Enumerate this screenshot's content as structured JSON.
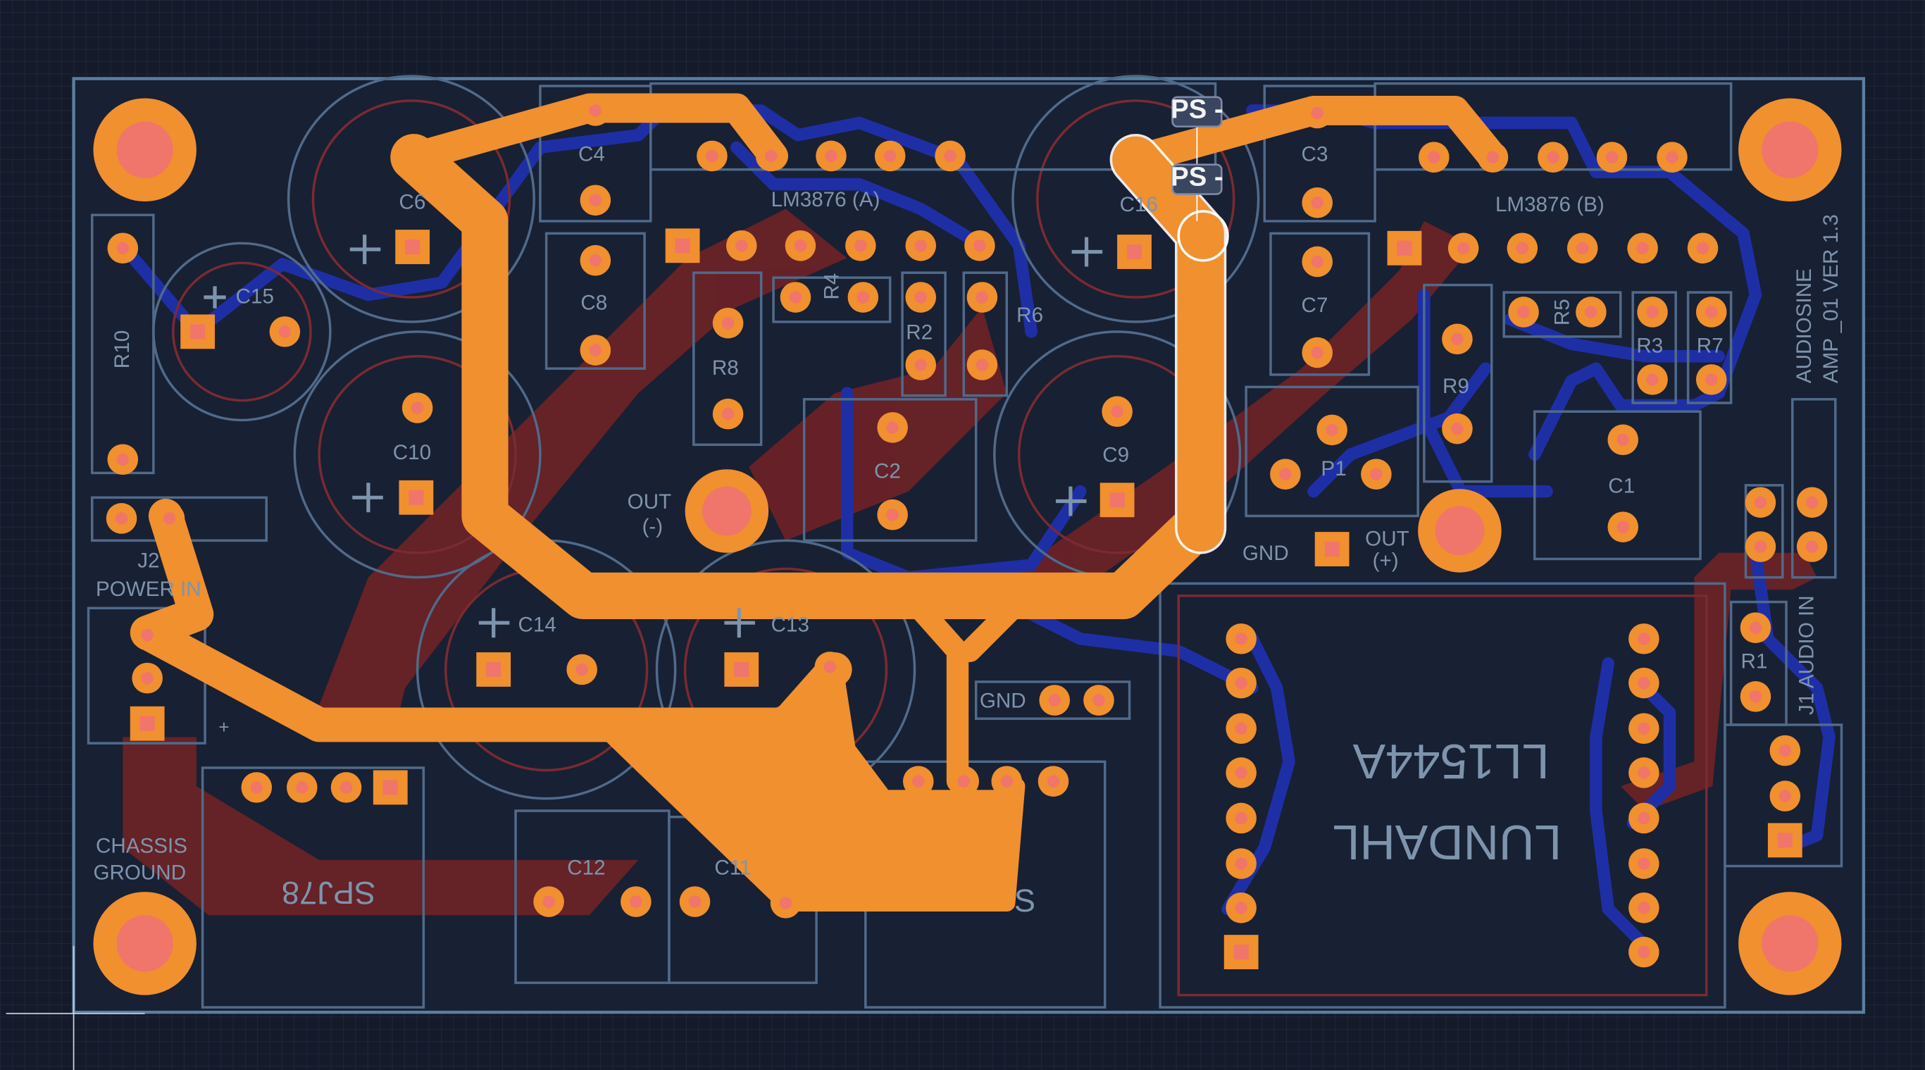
{
  "board": {
    "version_line1": "AUDIOSINE",
    "version_line2": "AMP _01 VER 1.3"
  },
  "labels": {
    "ic_a": "LM3876 (A)",
    "ic_b": "LM3876 (B)",
    "c1": "C1",
    "c2": "C2",
    "c3": "C3",
    "c4": "C4",
    "c6": "C6",
    "c7": "C7",
    "c8": "C8",
    "c9": "C9",
    "c10": "C10",
    "c11": "C11",
    "c12": "C12",
    "c13": "C13",
    "c14": "C14",
    "c15": "C15",
    "c16": "C16",
    "r1": "R1",
    "r2": "R2",
    "r3": "R3",
    "r4": "R4",
    "r5": "R5",
    "r6": "R6",
    "r7": "R7",
    "r8": "R8",
    "r9": "R9",
    "r10": "R10",
    "p1": "P1",
    "j2_line1": "J2",
    "j2_line2": "POWER IN",
    "j1": "J1 AUDIO IN",
    "chassis_line1": "CHASSIS",
    "chassis_line2": "GROUND",
    "out_neg_line1": "OUT",
    "out_neg_line2": "(-)",
    "out_pos_line1": "OUT",
    "out_pos_line2": "(+)",
    "gnd_left": "GND",
    "gnd_center": "GND",
    "regulator": "SPJ78",
    "transformer_line1": "LL1544A",
    "transformer_line2": "LUNDAHL",
    "s_label": "S",
    "plus": "+"
  },
  "net_tags": {
    "tag1": "PS -",
    "tag2": "PS -"
  },
  "colors": {
    "background": "#151a2a",
    "board_outline": "#5a7fa0",
    "top_copper": "#f0902f",
    "pad_center": "#f0756a",
    "bottom_copper": "#1e2fa6",
    "inner_fill": "#7a2326",
    "silkscreen": "#7e94ad",
    "selection": "#ffffff"
  }
}
